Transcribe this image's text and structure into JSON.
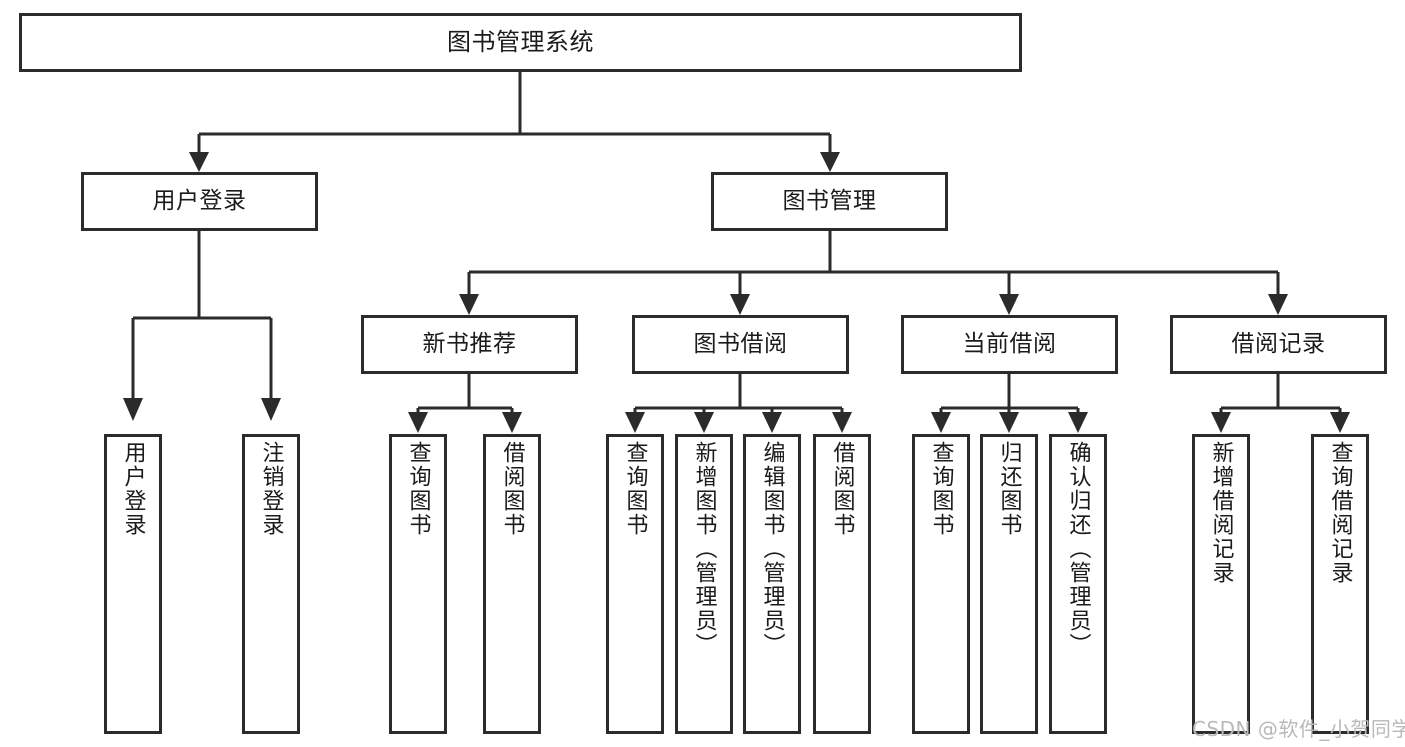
{
  "diagram": {
    "type": "tree",
    "title": "图书管理系统",
    "watermark": "CSDN @软件_小贺同学",
    "nodes": {
      "root": {
        "label": "图书管理系统"
      },
      "level2": [
        {
          "id": "user-login",
          "label": "用户登录"
        },
        {
          "id": "book-manage",
          "label": "图书管理"
        }
      ],
      "level3": [
        {
          "id": "new-book-recommend",
          "label": "新书推荐"
        },
        {
          "id": "book-borrow",
          "label": "图书借阅"
        },
        {
          "id": "current-borrow",
          "label": "当前借阅"
        },
        {
          "id": "borrow-record",
          "label": "借阅记录"
        }
      ],
      "leaves": {
        "user_login": [
          {
            "id": "leaf-user-login",
            "label": "用户登录"
          },
          {
            "id": "leaf-logout-login",
            "label": "注销登录"
          }
        ],
        "new_book_recommend": [
          {
            "id": "leaf-query-book-1",
            "label": "查询图书"
          },
          {
            "id": "leaf-borrow-book-1",
            "label": "借阅图书"
          }
        ],
        "book_borrow": [
          {
            "id": "leaf-query-book-2",
            "label": "查询图书"
          },
          {
            "id": "leaf-add-book",
            "label": "新增图书（管理员）"
          },
          {
            "id": "leaf-edit-book",
            "label": "编辑图书（管理员）"
          },
          {
            "id": "leaf-borrow-book-2",
            "label": "借阅图书"
          }
        ],
        "current_borrow": [
          {
            "id": "leaf-query-book-3",
            "label": "查询图书"
          },
          {
            "id": "leaf-return-book",
            "label": "归还图书"
          },
          {
            "id": "leaf-confirm-return",
            "label": "确认归还（管理员）"
          }
        ],
        "borrow_record": [
          {
            "id": "leaf-add-record",
            "label": "新增借阅记录"
          },
          {
            "id": "leaf-query-record",
            "label": "查询借阅记录"
          }
        ]
      }
    },
    "colors": {
      "stroke": "#2b2b2b",
      "fill": "#ffffff",
      "text": "#1b1b1b",
      "watermark": "#b9b9b9"
    }
  }
}
